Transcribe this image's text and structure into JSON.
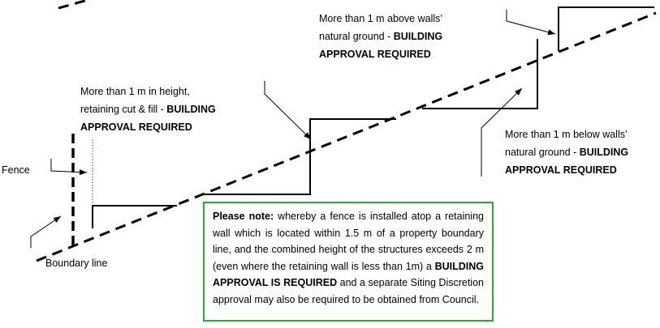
{
  "labels": {
    "top_right": {
      "line1": "More than 1 m above walls’",
      "line2_text": "natural ground - ",
      "line2_bold": "BUILDING",
      "line3_bold": "APPROVAL REQUIRED"
    },
    "left": {
      "line1": "More than 1 m in height,",
      "line2_text": "retaining cut & fill - ",
      "line2_bold": "BUILDING",
      "line3_bold": "APPROVAL REQUIRED"
    },
    "right": {
      "line1": "More than 1 m below walls’",
      "line2_text": "natural ground - ",
      "line2_bold": "BUILDING",
      "line3_bold": "APPROVAL  REQUIRED"
    },
    "fence": "Fence",
    "boundary_line": "Boundary line"
  },
  "note": {
    "lead_bold": "Please note:",
    "text1": " whereby a fence is installed atop a retaining wall which is located within 1.5 m of a property boundary line, and the combined height of the structures exceeds 2 m (even where the retaining wall is less than 1m) a ",
    "bold2": "BUILDING APPROVAL IS REQUIRED",
    "text2": " and a separate Siting Discretion approval may also be required to be obtained from Council."
  },
  "colors": {
    "line": "#000000",
    "note_border": "#2aa83a",
    "green_dotted": "#2aa83a"
  }
}
